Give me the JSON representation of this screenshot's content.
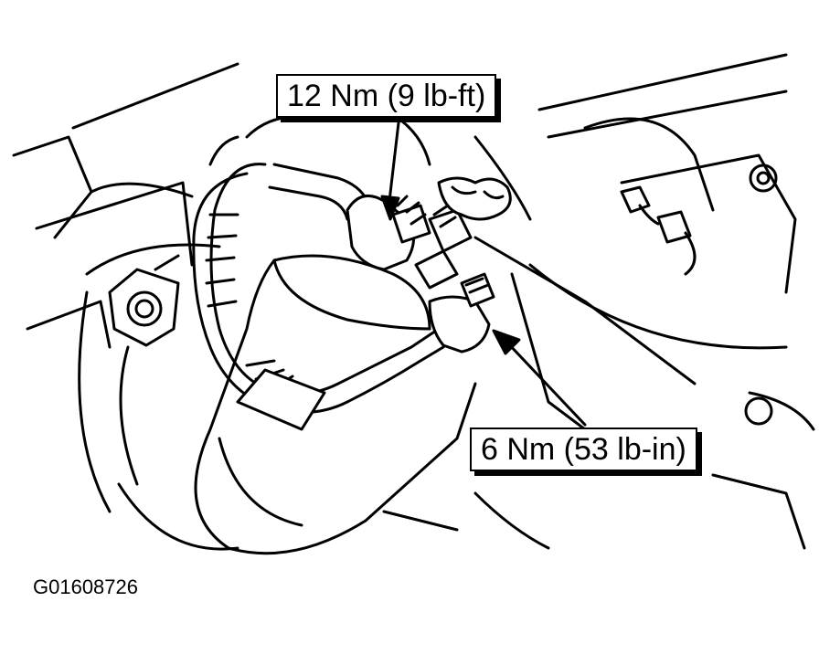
{
  "callouts": {
    "top_torque": "12 Nm (9 lb-ft)",
    "bottom_torque": "6 Nm (53 lb-in)"
  },
  "figure_id": "G01608726"
}
